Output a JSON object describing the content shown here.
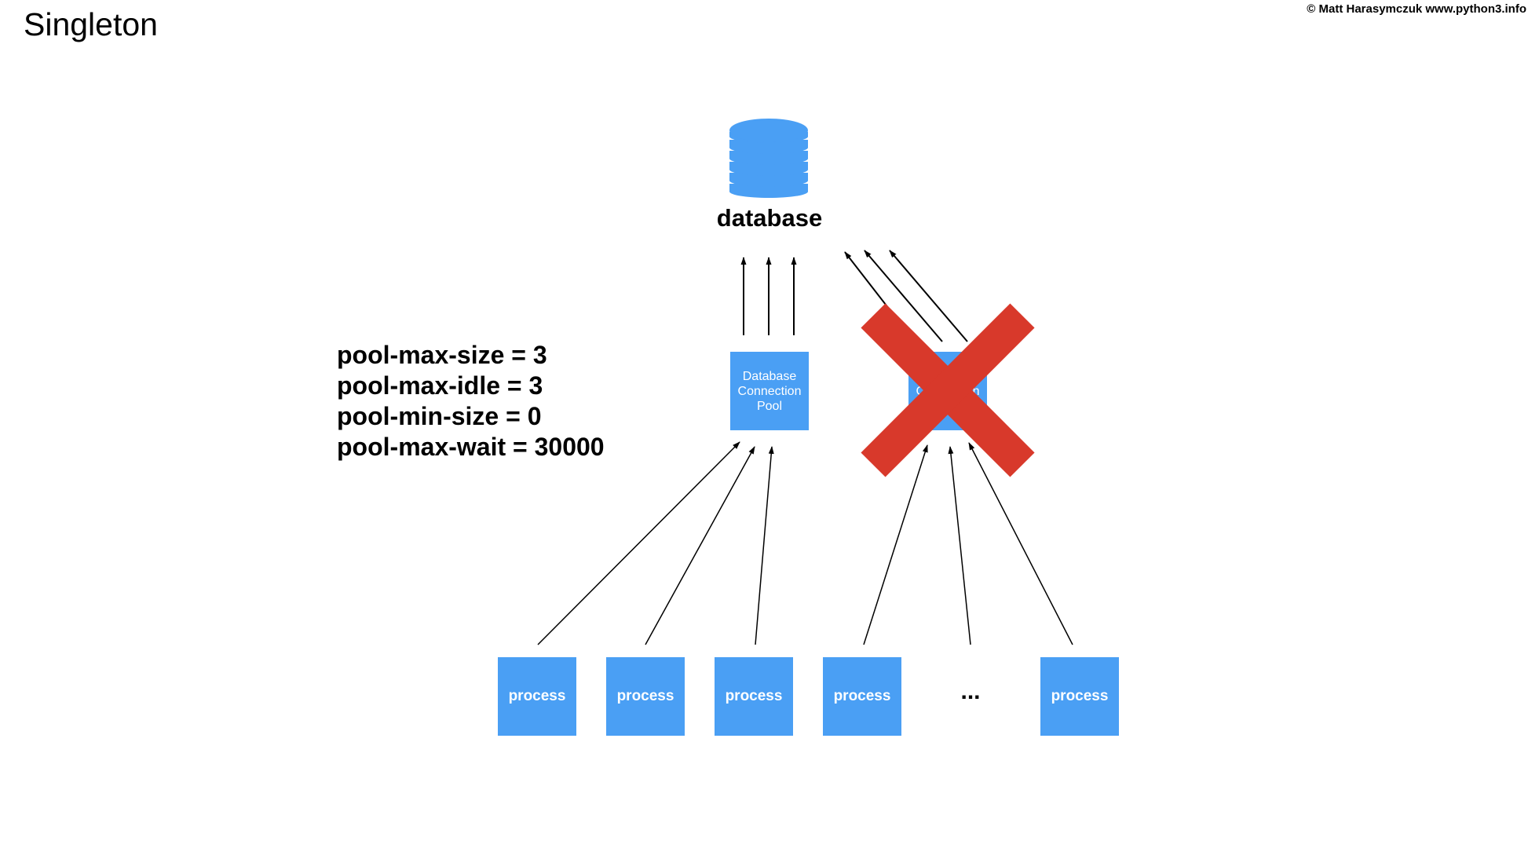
{
  "slide": {
    "title": "Singleton",
    "copyright": "© Matt Harasymczuk www.python3.info"
  },
  "database": {
    "label": "database"
  },
  "config": {
    "lines": [
      "pool-max-size = 3",
      "pool-max-idle = 3",
      "pool-min-size = 0",
      "pool-max-wait = 30000"
    ]
  },
  "pools": {
    "active_label": "Database\nConnection\nPool",
    "crossed_label": "Database\nConnection\nPool"
  },
  "processes": {
    "labels": [
      "process",
      "process",
      "process",
      "process",
      "process"
    ],
    "ellipsis": "..."
  },
  "colors": {
    "box_fill": "#4a9ff4",
    "cross_red": "#d8392b",
    "arrow": "#000000"
  },
  "icons": {
    "database": "database-cylinder-icon",
    "cross": "red-x-icon"
  }
}
